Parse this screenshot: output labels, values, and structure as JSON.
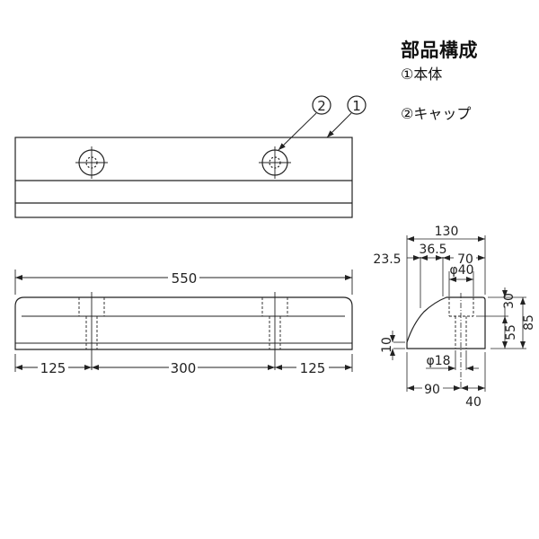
{
  "legend": {
    "title": "部品構成",
    "items": [
      {
        "label": "①本体"
      },
      {
        "label": "②キャップ"
      }
    ]
  },
  "top_view": {
    "callouts": [
      {
        "mark": "2",
        "target": "cap"
      },
      {
        "mark": "1",
        "target": "body"
      }
    ]
  },
  "front_view": {
    "dimensions": {
      "overall_length": "550",
      "left_offset": "125",
      "hole_pitch": "300",
      "right_offset": "125"
    }
  },
  "side_view": {
    "dimensions": {
      "overall_width": "130",
      "d_23_5": "23.5",
      "d_36_5": "36.5",
      "d_70": "70",
      "counterbore_dia": "φ40",
      "counterbore_depth": "30",
      "hole_depth": "55",
      "overall_height": "85",
      "edge_height": "10",
      "hole_dia": "φ18",
      "left_to_center": "90",
      "center_to_right": "40"
    }
  }
}
